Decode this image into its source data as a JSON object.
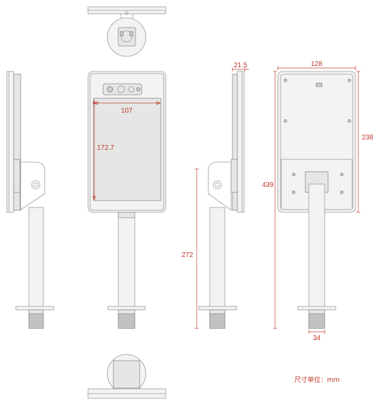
{
  "dimensions": {
    "screen_width": "107",
    "screen_height": "172.7",
    "thickness": "21.5",
    "panel_width": "128",
    "panel_height": "238",
    "total_height": "439",
    "pole_height": "272",
    "thread_diameter": "34"
  },
  "unit_note": "尺寸单位：mm",
  "colors": {
    "line": "#9a9a9a",
    "dimension": "#c0392b"
  }
}
